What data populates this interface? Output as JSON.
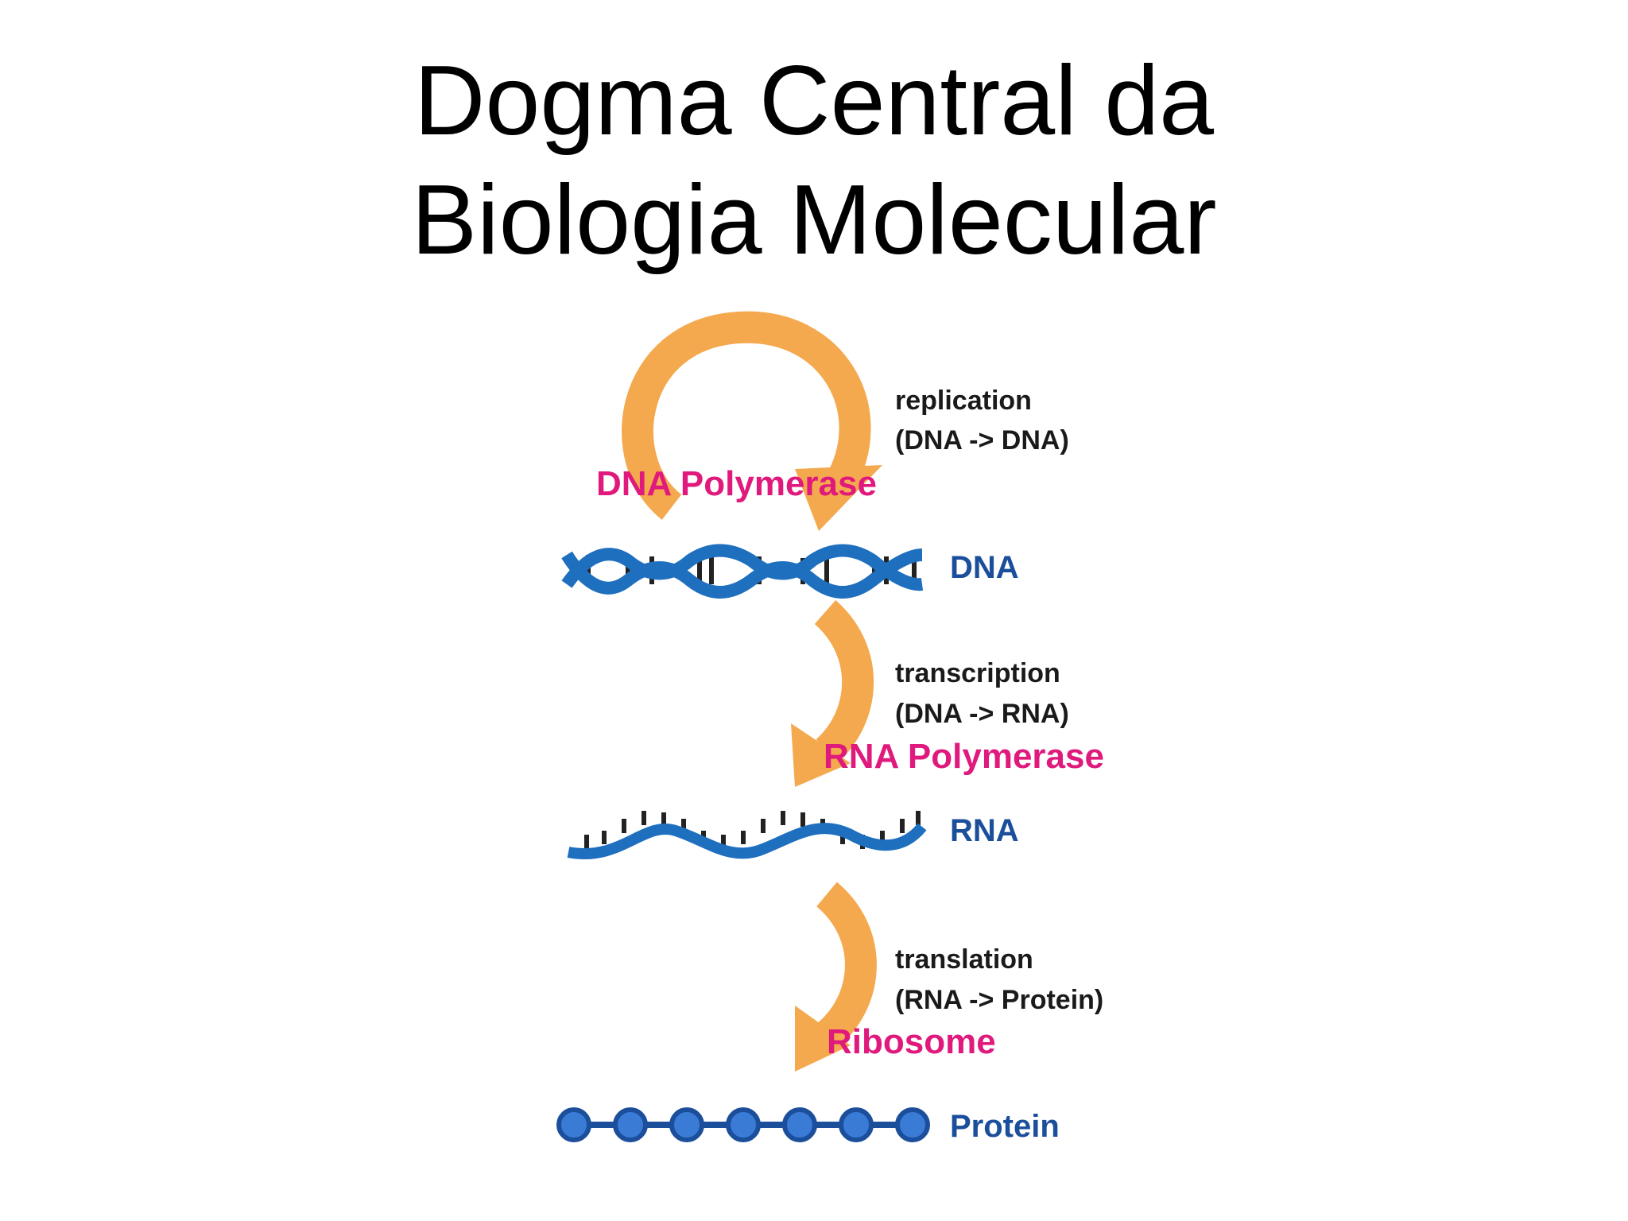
{
  "title": {
    "line1": "Dogma Central da",
    "line2": "Biologia Molecular"
  },
  "steps": {
    "replication": {
      "process": "replication",
      "conversion": "(DNA -> DNA)",
      "enzyme": "DNA Polymerase"
    },
    "transcription": {
      "process": "transcription",
      "conversion": "(DNA -> RNA)",
      "enzyme": "RNA Polymerase"
    },
    "translation": {
      "process": "translation",
      "conversion": "(RNA -> Protein)",
      "enzyme": "Ribosome"
    }
  },
  "molecules": {
    "dna": "DNA",
    "rna": "RNA",
    "protein": "Protein"
  },
  "colors": {
    "arrow": "#F5A94E",
    "molecule": "#1F6FBF",
    "molecule_label": "#1B4E9B",
    "enzyme": "#E0197D",
    "text": "#1a1a1a",
    "protein_fill": "#3A7BD5"
  }
}
